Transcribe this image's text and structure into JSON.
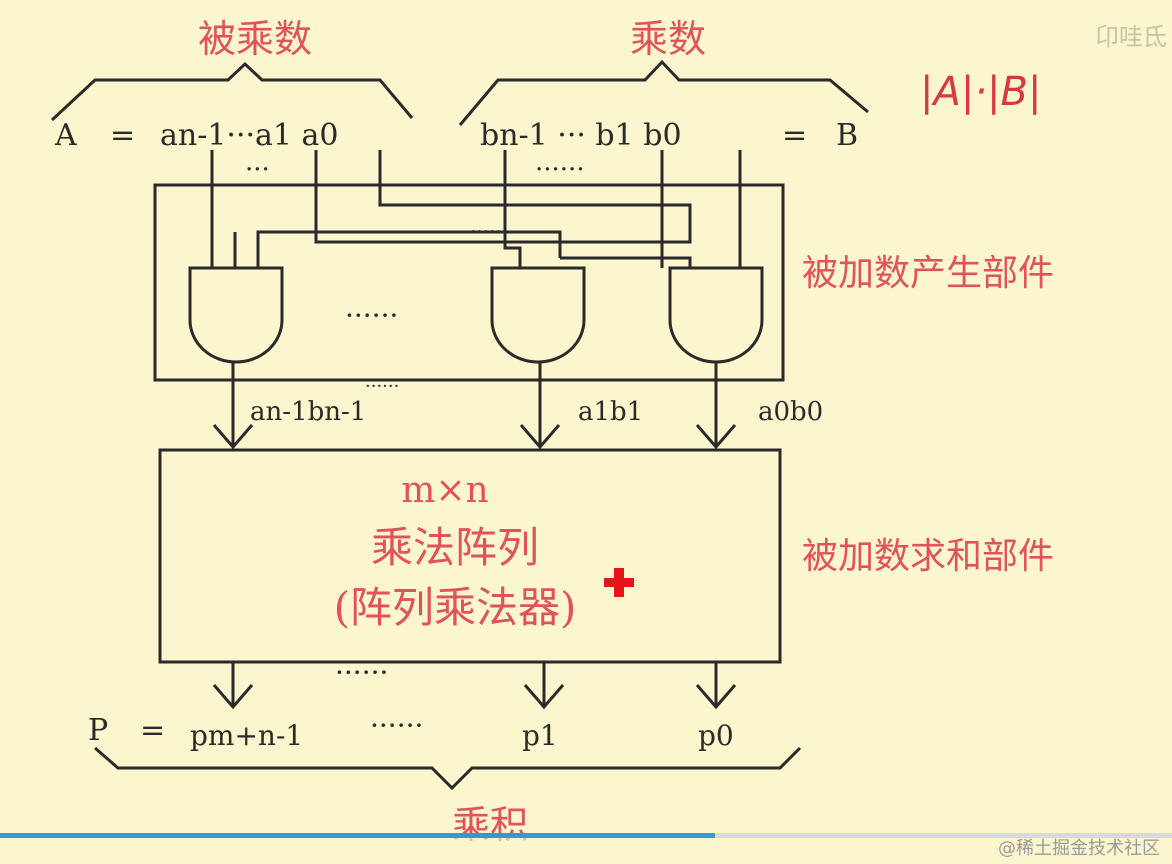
{
  "labels": {
    "multiplicand": "被乘数",
    "multiplier": "乘数",
    "a_left": "A",
    "eq_a": "=",
    "a_bits": "an-1···a1 a0",
    "b_bits": "bn-1 ··· b1 b0",
    "eq_b": "=",
    "b_right": "B",
    "addend_gen": "被加数产生部件",
    "addend_sum": "被加数求和部件",
    "out_left": "an-1bn-1",
    "out_mid": "a1b1",
    "out_right": "a0b0",
    "array_size": "m×n",
    "array_name": "乘法阵列",
    "array_alias": "(阵列乘法器)",
    "p_left": "P",
    "eq_p": "=",
    "p_high": "pm+n-1",
    "p_mid": "p1",
    "p_low": "p0",
    "product": "乘积",
    "dots": "······",
    "dots_short": "···"
  },
  "handwriting": "|A|·|B|",
  "overlay": {
    "watermark": "@稀土掘金技术社区",
    "corner_text": "卬哇氐"
  },
  "playback": {
    "progress": 0.61
  },
  "colors": {
    "background": "#fbf6cd",
    "label_red": "#e0535a",
    "line": "#2a2a2a",
    "handwriting": "#d8383f",
    "progress": "#2f9bd6"
  }
}
